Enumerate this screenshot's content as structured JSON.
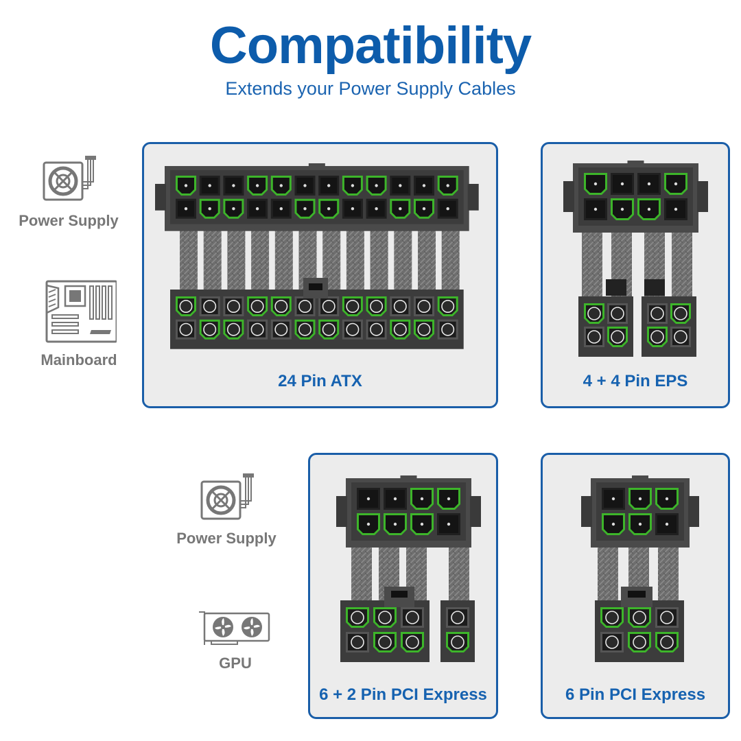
{
  "header": {
    "title": "Compatibility",
    "subtitle": "Extends your Power Supply Cables"
  },
  "colors": {
    "brand_blue": "#0d5cab",
    "card_border": "#1a5ea8",
    "card_bg": "#ececec",
    "pin_green": "#3db52a",
    "housing": "#3c3c3c",
    "icon_gray": "#777777"
  },
  "side_labels": {
    "top": [
      {
        "icon": "power-supply-icon",
        "label": "Power Supply"
      },
      {
        "icon": "mainboard-icon",
        "label": "Mainboard"
      }
    ],
    "bottom": [
      {
        "icon": "power-supply-icon",
        "label": "Power Supply"
      },
      {
        "icon": "gpu-icon",
        "label": "GPU"
      }
    ]
  },
  "connectors": [
    {
      "label": "24 Pin ATX",
      "top_rows": [
        "GNNGGNNGGNNG",
        "NGGNNGGNNGGN"
      ],
      "bottom_rows": [
        "GNNGGNNGGNNG",
        "NGGNNGGNNGGN"
      ]
    },
    {
      "label": "4 + 4 Pin EPS",
      "top_rows": [
        "GNNG",
        "NGGN"
      ],
      "bottom_rows": [
        "GN NG",
        "NG GN"
      ]
    },
    {
      "label": "6 + 2 Pin PCI Express",
      "top_rows": [
        "NNGG",
        "GGGN"
      ],
      "bottom_rows": [
        "GGN N",
        "NGG G"
      ]
    },
    {
      "label": "6 Pin PCI Express",
      "top_rows": [
        "NGG",
        "GGN"
      ],
      "bottom_rows": [
        "GGN",
        "NGG"
      ]
    }
  ]
}
